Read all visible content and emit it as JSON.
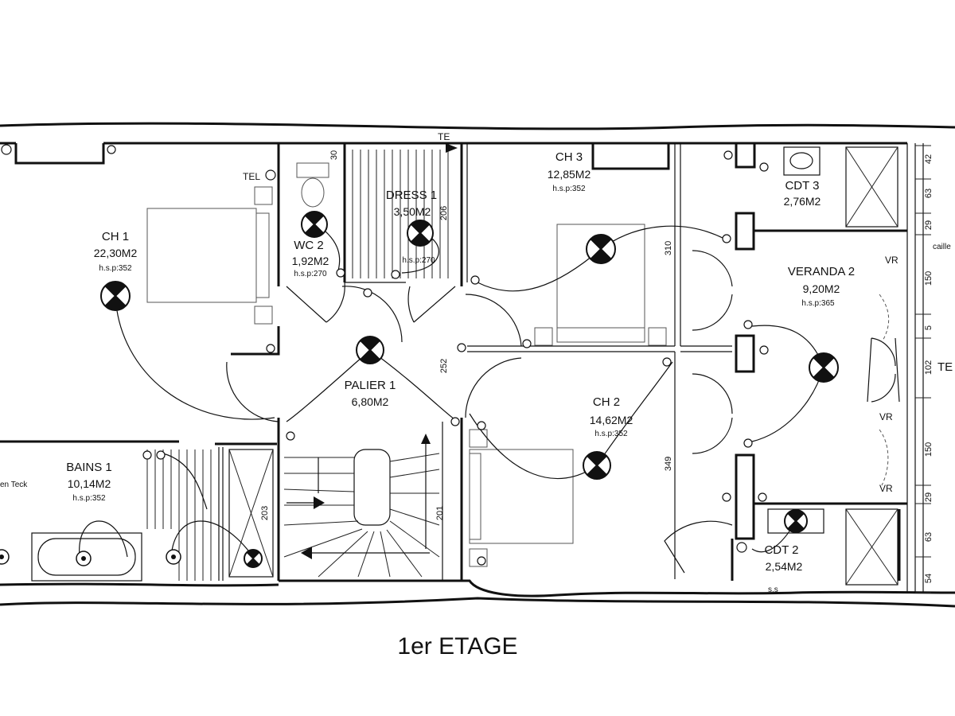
{
  "title": "1er ETAGE",
  "rooms": {
    "ch1": {
      "name": "CH 1",
      "area": "22,30M2",
      "hsp": "h.s.p:352"
    },
    "wc2": {
      "name": "WC 2",
      "area": "1,92M2",
      "hsp": "h.s.p:270"
    },
    "dress1": {
      "name": "DRESS 1",
      "area": "3,50M2",
      "hsp": "h.s.p:270"
    },
    "ch3": {
      "name": "CH 3",
      "area": "12,85M2",
      "hsp": "h.s.p:352"
    },
    "cdt3": {
      "name": "CDT 3",
      "area": "2,76M2"
    },
    "veranda2": {
      "name": "VERANDA 2",
      "area": "9,20M2",
      "hsp": "h.s.p:365"
    },
    "palier1": {
      "name": "PALIER 1",
      "area": "6,80M2"
    },
    "ch2": {
      "name": "CH 2",
      "area": "14,62M2",
      "hsp": "h.s.p:352"
    },
    "bains1": {
      "name": "BAINS 1",
      "area": "10,14M2",
      "hsp": "h.s.p:352"
    },
    "cdt2": {
      "name": "CDT 2",
      "area": "2,54M2"
    }
  },
  "labels": {
    "tel": "TEL",
    "te": "TE",
    "vr1": "VR",
    "vr2": "VR",
    "vr3": "VR",
    "ss": "s.s",
    "teck": "en Teck",
    "caill": "caille",
    "te_right": "TE"
  },
  "dimensions": {
    "d30": "30",
    "d206": "206",
    "d310": "310",
    "d252": "252",
    "d349": "349",
    "d203": "203",
    "d201": "201"
  },
  "right_dimensions": [
    "42",
    "63",
    "29",
    "150",
    "5",
    "102",
    "150",
    "29",
    "63",
    "54"
  ]
}
